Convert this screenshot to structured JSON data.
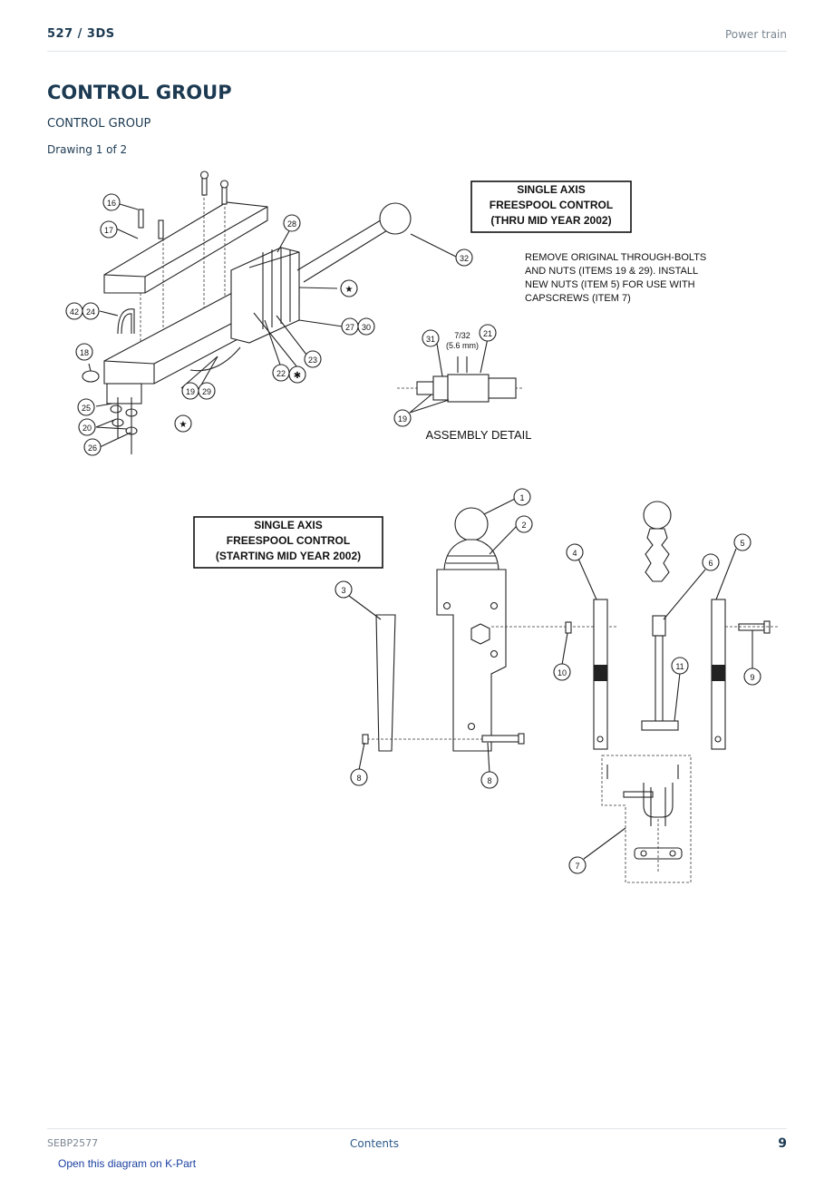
{
  "header": {
    "model": "527  /  3DS",
    "section": "Power train"
  },
  "page": {
    "title": "CONTROL GROUP",
    "subtitle": "CONTROL GROUP",
    "drawing_label": "Drawing 1 of 2"
  },
  "diagram": {
    "box1": [
      "SINGLE AXIS",
      "FREESPOOL CONTROL",
      "(THRU MID YEAR 2002)"
    ],
    "note": [
      "REMOVE ORIGINAL THROUGH-BOLTS",
      "AND NUTS (ITEMS 19 & 29). INSTALL",
      "NEW NUTS (ITEM 5) FOR USE WITH",
      "CAPSCREWS (ITEM 7)"
    ],
    "dimension": [
      "7/32",
      "(5.6 mm)"
    ],
    "assembly_caption": "ASSEMBLY DETAIL",
    "box2": [
      "SINGLE AXIS",
      "FREESPOOL CONTROL",
      "(STARTING MID YEAR 2002)"
    ],
    "callouts_top": [
      "16",
      "17",
      "28",
      "32",
      "42",
      "24",
      "18",
      "27",
      "30",
      "23",
      "22",
      "19",
      "29",
      "25",
      "20",
      "26",
      "31",
      "21",
      "19"
    ],
    "callouts_bottom": [
      "1",
      "2",
      "3",
      "4",
      "5",
      "6",
      "8",
      "8",
      "9",
      "10",
      "11",
      "7"
    ],
    "star": "★",
    "asterisk": "✱"
  },
  "footer": {
    "doc_id": "SEBP2577",
    "contents": "Contents",
    "page_number": "9"
  },
  "link": {
    "kpart": "Open this diagram on K-Part"
  }
}
